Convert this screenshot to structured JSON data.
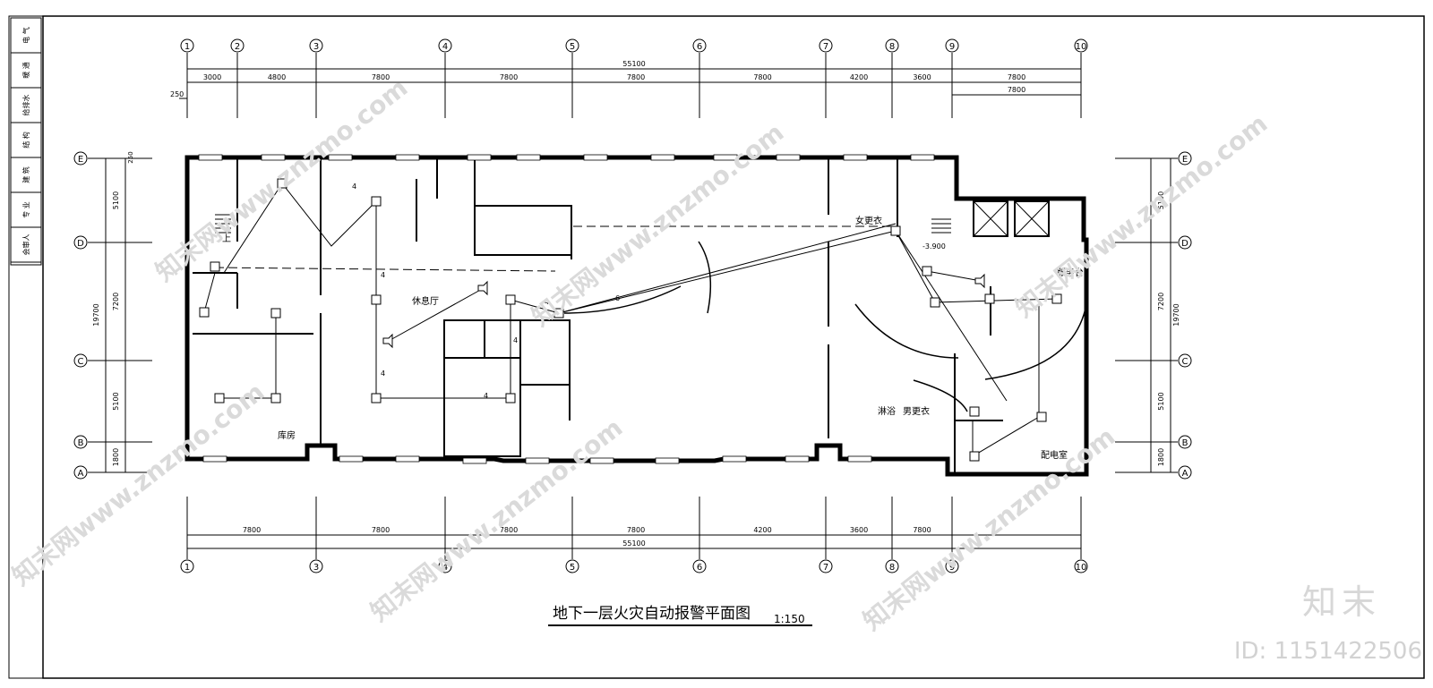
{
  "drawing": {
    "title": "地下一层火灾自动报警平面图",
    "scale": "1:150",
    "total_width_dim": "55100",
    "top_spans": [
      "3000",
      "4800",
      "7800",
      "7800",
      "7800",
      "7800",
      "4200",
      "3600",
      "7800"
    ],
    "top_extra_span": "7800",
    "top_offset": "250",
    "bottom_spans": [
      "7800",
      "7800",
      "7800",
      "7800",
      "4200",
      "3600",
      "7800"
    ],
    "col_axes": [
      "1",
      "2",
      "3",
      "4",
      "5",
      "6",
      "7",
      "8",
      "9",
      "10"
    ],
    "bottom_col_axes": [
      "1",
      "3",
      "4",
      "5",
      "6",
      "7",
      "8",
      "9",
      "10"
    ],
    "row_axes": [
      "E",
      "D",
      "C",
      "B",
      "A"
    ],
    "left_dims": [
      "5100",
      "7200",
      "5100",
      "1800"
    ],
    "left_total": "19700",
    "left_top_small": "250",
    "rooms": {
      "lounge": "休息厅",
      "storage": "库房",
      "female_changing": "女更衣",
      "male_changing": "男更衣",
      "shower": "淋浴",
      "service": "服务台",
      "power_room": "配电室",
      "upstairs": "上"
    },
    "elevation": "-3.900",
    "wire_counts": [
      "4",
      "4",
      "4",
      "4",
      "4",
      "6",
      "4"
    ]
  },
  "titleblock": {
    "rows": [
      "电 气",
      "暖 通",
      "给排水",
      "结 构",
      "建 筑",
      "专 业",
      "会审人"
    ]
  },
  "watermark": {
    "brand": "知末",
    "id": "ID: 1151422506",
    "diag_text": "知末网www.znzmo.com"
  }
}
